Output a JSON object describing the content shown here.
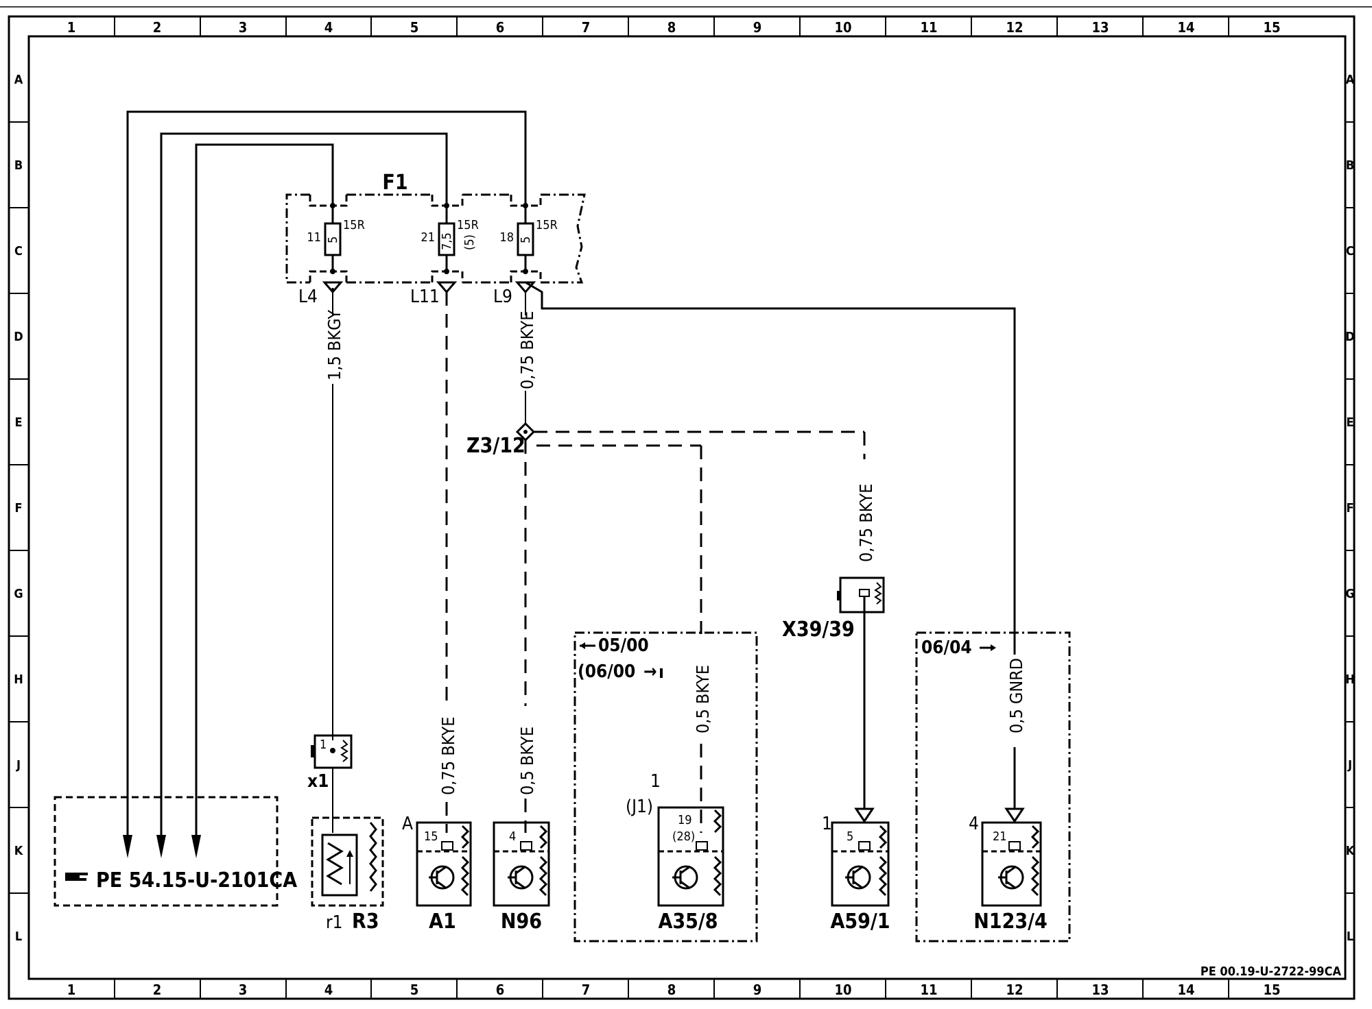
{
  "sheet": {
    "columns": [
      "1",
      "2",
      "3",
      "4",
      "5",
      "6",
      "7",
      "8",
      "9",
      "10",
      "11",
      "12",
      "13",
      "14",
      "15"
    ],
    "rows": [
      "A",
      "B",
      "C",
      "D",
      "E",
      "F",
      "G",
      "H",
      "J",
      "K",
      "L"
    ],
    "doc_id": "PE 00.19-U-2722-99CA"
  },
  "reference": {
    "icon": "pointing-hand-icon",
    "text": "PE 54.15-U-2101CA"
  },
  "fuse_box": {
    "label": "F1",
    "fuses": [
      {
        "number": "11",
        "rating": "5",
        "terminal": "15R",
        "output": "L4"
      },
      {
        "number": "21",
        "rating": "7,5",
        "terminal": "15R",
        "extra": "(5)",
        "output": "L11"
      },
      {
        "number": "18",
        "rating": "5",
        "terminal": "15R",
        "output": "L9"
      }
    ]
  },
  "splice": {
    "label": "Z3/12"
  },
  "wires": {
    "l4": "1,5 BKGY",
    "l9": "0,75 BKYE",
    "a1": "0,75 BKYE",
    "n96": "0,5 BKYE",
    "a35": "0,5 BKYE",
    "a59": "0,75 BKYE",
    "n123": "0,5 GNRD"
  },
  "connectors": {
    "x39": "X39/39",
    "x1": "x1",
    "x1_pin": "1"
  },
  "components": [
    {
      "id": "r3",
      "label": "R3",
      "sub": "r1"
    },
    {
      "id": "a1",
      "label": "A1",
      "pin": "15",
      "pin_side": "A"
    },
    {
      "id": "n96",
      "label": "N96",
      "pin": "4"
    },
    {
      "id": "a35",
      "label": "A35/8",
      "pin": "19",
      "pin_alt": "(28)",
      "conn_num": "1",
      "conn": "(J1)",
      "validity_1": "05/00",
      "validity_2": "(06/00",
      "arrow": "→"
    },
    {
      "id": "a59",
      "label": "A59/1",
      "pin": "5",
      "pin_side": "1"
    },
    {
      "id": "n123",
      "label": "N123/4",
      "pin": "21",
      "pin_side": "4",
      "validity": "06/04"
    }
  ]
}
